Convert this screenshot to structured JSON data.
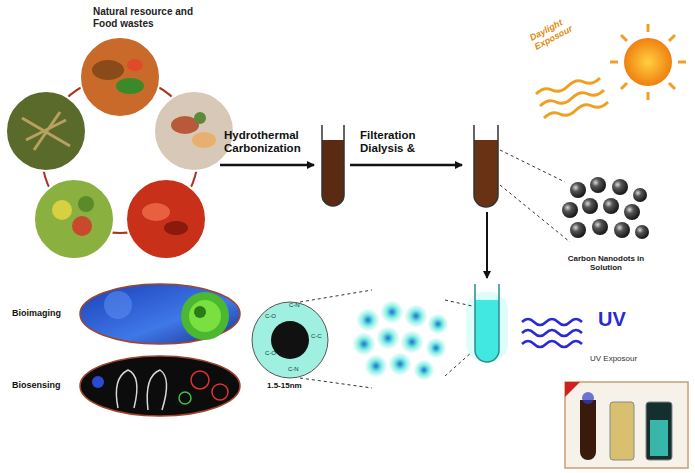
{
  "diagram": {
    "nodes": [
      {
        "text": [
          "Natural resource and Food wastes"
        ]
      },
      {
        "text": [
          "Carbon Nanodots in Solution"
        ]
      },
      {
        "text": [
          "C-O",
          "C-N",
          "C-C",
          "C-O",
          "C-N",
          "1.5-15nm"
        ]
      },
      {
        "text": [
          "Bioimaging"
        ]
      },
      {
        "text": [
          "Biosensing"
        ]
      }
    ],
    "labels": [
      "Hydrothermal Carbonization",
      "Filteration Dialysis &",
      "Daylight Exposour",
      "UV",
      "UV Exposour"
    ]
  }
}
